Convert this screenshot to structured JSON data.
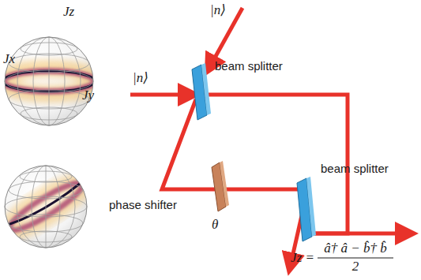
{
  "diagram": {
    "labels": [
      "Jz",
      "Jx",
      "Jy",
      "|n⟩",
      "beam splitter",
      "|n⟩",
      "phase shifter",
      "θ",
      "beam splitter",
      "Jz =",
      "â† â − b̂† b̂",
      "2"
    ]
  }
}
